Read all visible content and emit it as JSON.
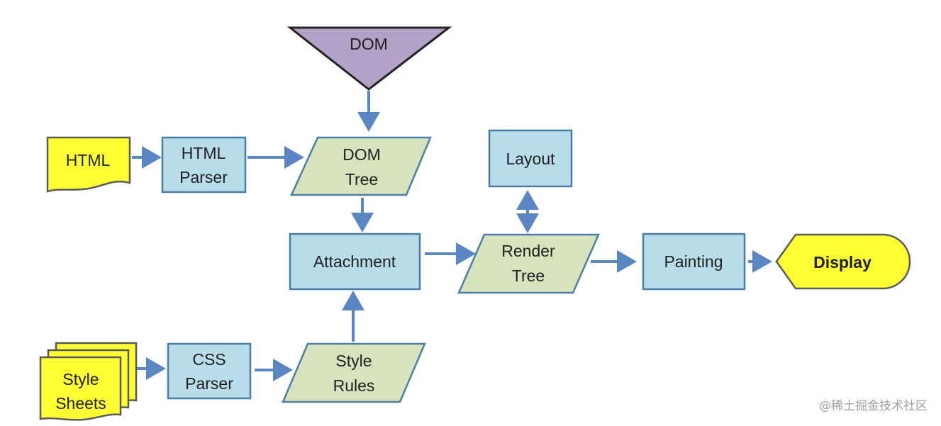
{
  "colors": {
    "process_fill": "#b8dce9",
    "process_stroke": "#4a7ea8",
    "data_fill": "#d6e3bc",
    "data_stroke": "#4a7ea8",
    "input_fill": "#ffff33",
    "input_stroke": "#5a5a5a",
    "dom_fill": "#b3a2c7",
    "arrow": "#5b86c4"
  },
  "nodes": {
    "dom": "DOM",
    "html": "HTML",
    "html_parser": [
      "HTML",
      "Parser"
    ],
    "dom_tree": [
      "DOM",
      "Tree"
    ],
    "layout": "Layout",
    "attachment": "Attachment",
    "render_tree": [
      "Render",
      "Tree"
    ],
    "painting": "Painting",
    "display": "Display",
    "style_sheets": [
      "Style",
      "Sheets"
    ],
    "css_parser": [
      "CSS",
      "Parser"
    ],
    "style_rules": [
      "Style",
      "Rules"
    ]
  },
  "watermark": "@稀土掘金技术社区"
}
